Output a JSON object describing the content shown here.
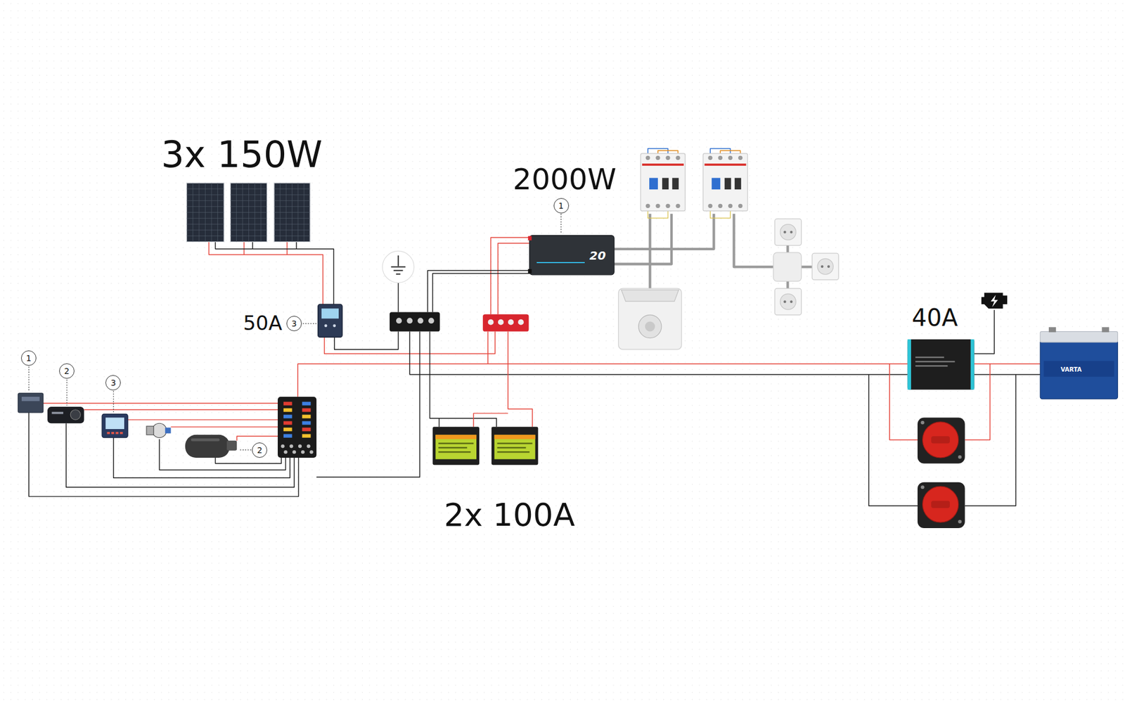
{
  "diagram": {
    "nodes": [
      {
        "text": [
          "1"
        ]
      },
      {
        "text": [
          "3"
        ]
      },
      {
        "text": [
          "1"
        ]
      },
      {
        "text": [
          "2"
        ]
      },
      {
        "text": [
          "3"
        ]
      },
      {
        "text": [
          "2"
        ]
      }
    ],
    "labels": [
      "3x 150W",
      "2000W",
      "50A",
      "40A",
      "2x 100A",
      "20",
      "VARTA"
    ]
  }
}
